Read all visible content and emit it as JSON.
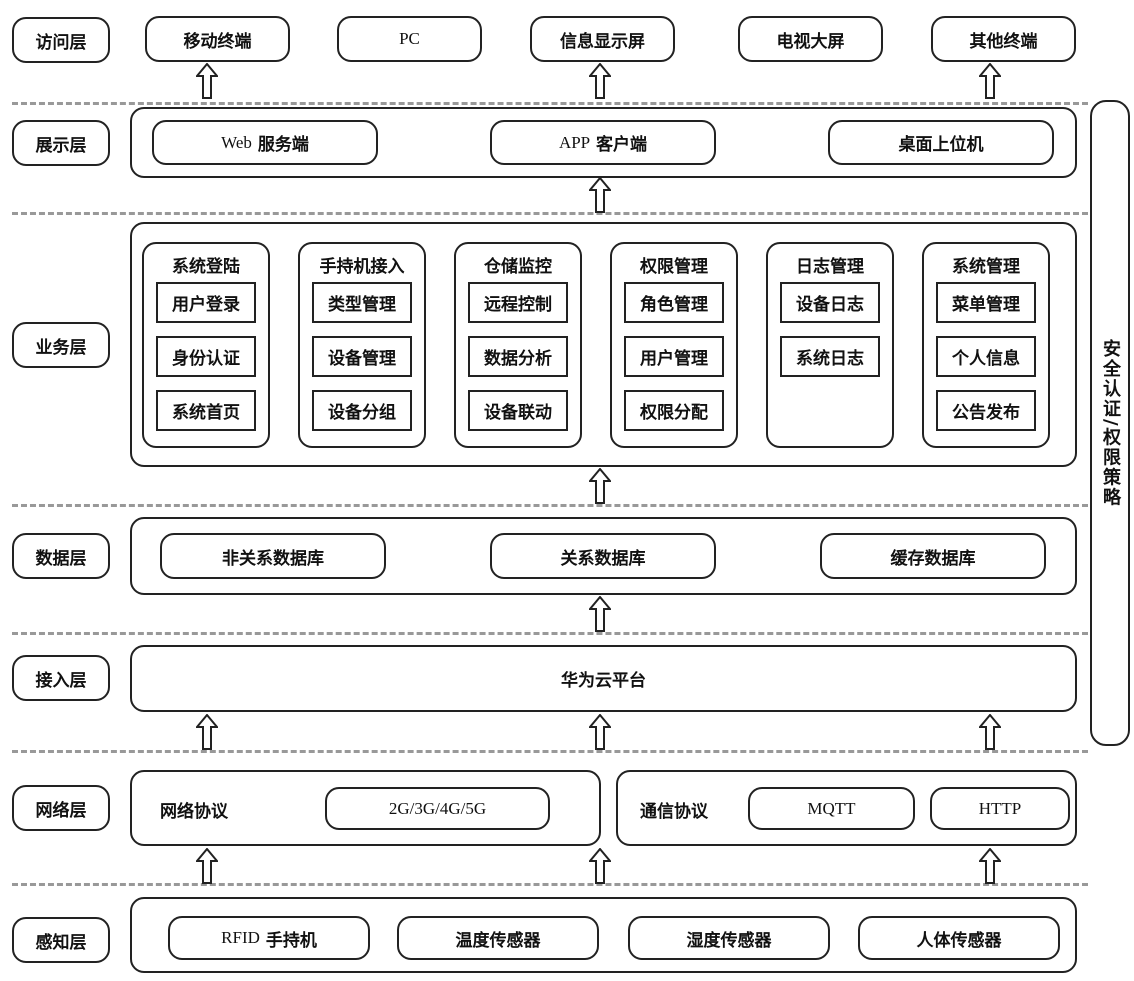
{
  "layers": [
    "访问层",
    "展示层",
    "业务层",
    "数据层",
    "接入层",
    "网络层",
    "感知层"
  ],
  "access": [
    "移动终端",
    "PC",
    "信息显示屏",
    "电视大屏",
    "其他终端"
  ],
  "display": {
    "web_prefix": "Web",
    "web": "服务端",
    "app_prefix": "APP",
    "app": "客户端",
    "desktop": "桌面上位机"
  },
  "business": [
    {
      "title": "系统登陆",
      "items": [
        "用户登录",
        "身份认证",
        "系统首页"
      ]
    },
    {
      "title": "手持机接入",
      "items": [
        "类型管理",
        "设备管理",
        "设备分组"
      ]
    },
    {
      "title": "仓储监控",
      "items": [
        "远程控制",
        "数据分析",
        "设备联动"
      ]
    },
    {
      "title": "权限管理",
      "items": [
        "角色管理",
        "用户管理",
        "权限分配"
      ]
    },
    {
      "title": "日志管理",
      "items": [
        "设备日志",
        "系统日志"
      ]
    },
    {
      "title": "系统管理",
      "items": [
        "菜单管理",
        "个人信息",
        "公告发布"
      ]
    }
  ],
  "data": [
    "非关系数据库",
    "关系数据库",
    "缓存数据库"
  ],
  "access_layer": "华为云平台",
  "network": {
    "net_label": "网络协议",
    "net": "2G/3G/4G/5G",
    "comm_label": "通信协议",
    "mqtt": "MQTT",
    "http": "HTTP"
  },
  "perception": {
    "rfid_prefix": "RFID",
    "rfid": "手持机",
    "items": [
      "温度传感器",
      "湿度传感器",
      "人体传感器"
    ]
  },
  "security": "安全认证/权限策略"
}
